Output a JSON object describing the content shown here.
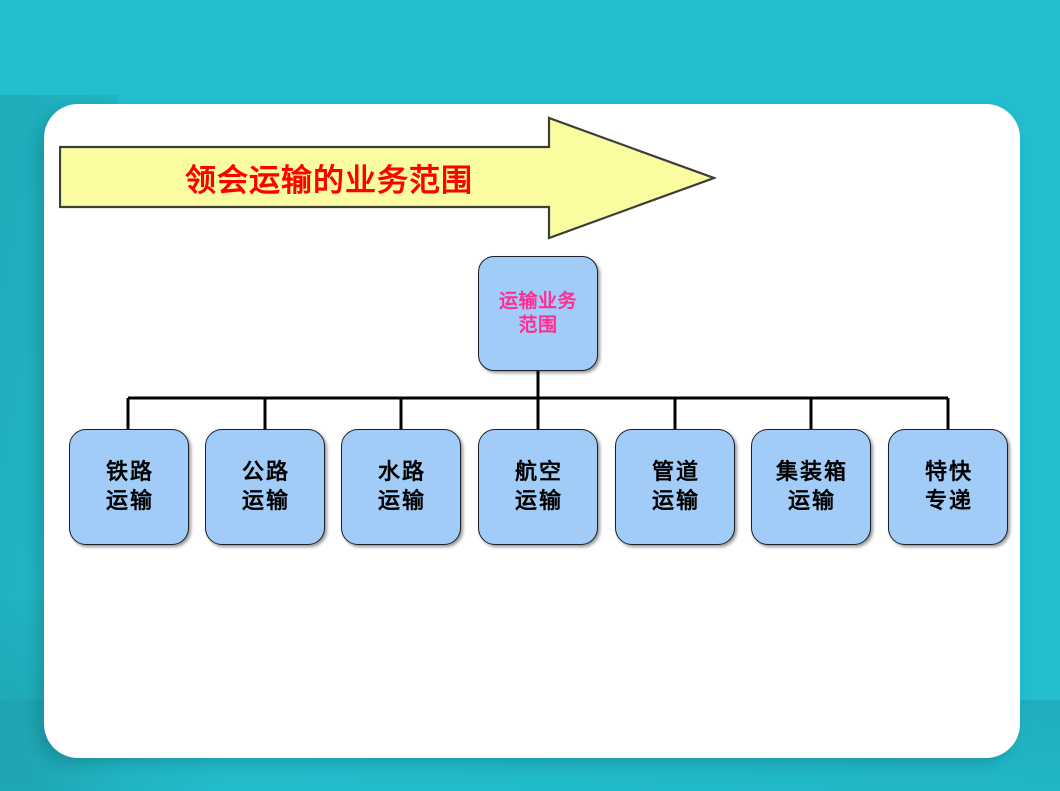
{
  "slide": {
    "background_color": "#22becd",
    "card_color": "#ffffff"
  },
  "banner": {
    "title": "领会运输的业务范围",
    "shape": "right-arrow",
    "fill_color": "#FBFBA0",
    "border_color": "#3E3E38",
    "text_color": "#FF0000"
  },
  "chart": {
    "type": "org-chart",
    "node_fill_color": "#A2CCF8",
    "node_border_color": "#19202B",
    "connector_color": "#000000",
    "root": {
      "id": "root",
      "text_color": "#FF2E92",
      "lines": [
        "运输业务",
        "范围"
      ]
    },
    "children": [
      {
        "id": "rail",
        "lines": [
          "铁路",
          "运输"
        ]
      },
      {
        "id": "highway",
        "lines": [
          "公路",
          "运输"
        ]
      },
      {
        "id": "waterway",
        "lines": [
          "水路",
          "运输"
        ]
      },
      {
        "id": "air",
        "lines": [
          "航空",
          "运输"
        ]
      },
      {
        "id": "pipeline",
        "lines": [
          "管道",
          "运输"
        ]
      },
      {
        "id": "container",
        "lines": [
          "集装箱",
          "运输"
        ]
      },
      {
        "id": "express",
        "lines": [
          "特快",
          "专递"
        ]
      }
    ]
  }
}
